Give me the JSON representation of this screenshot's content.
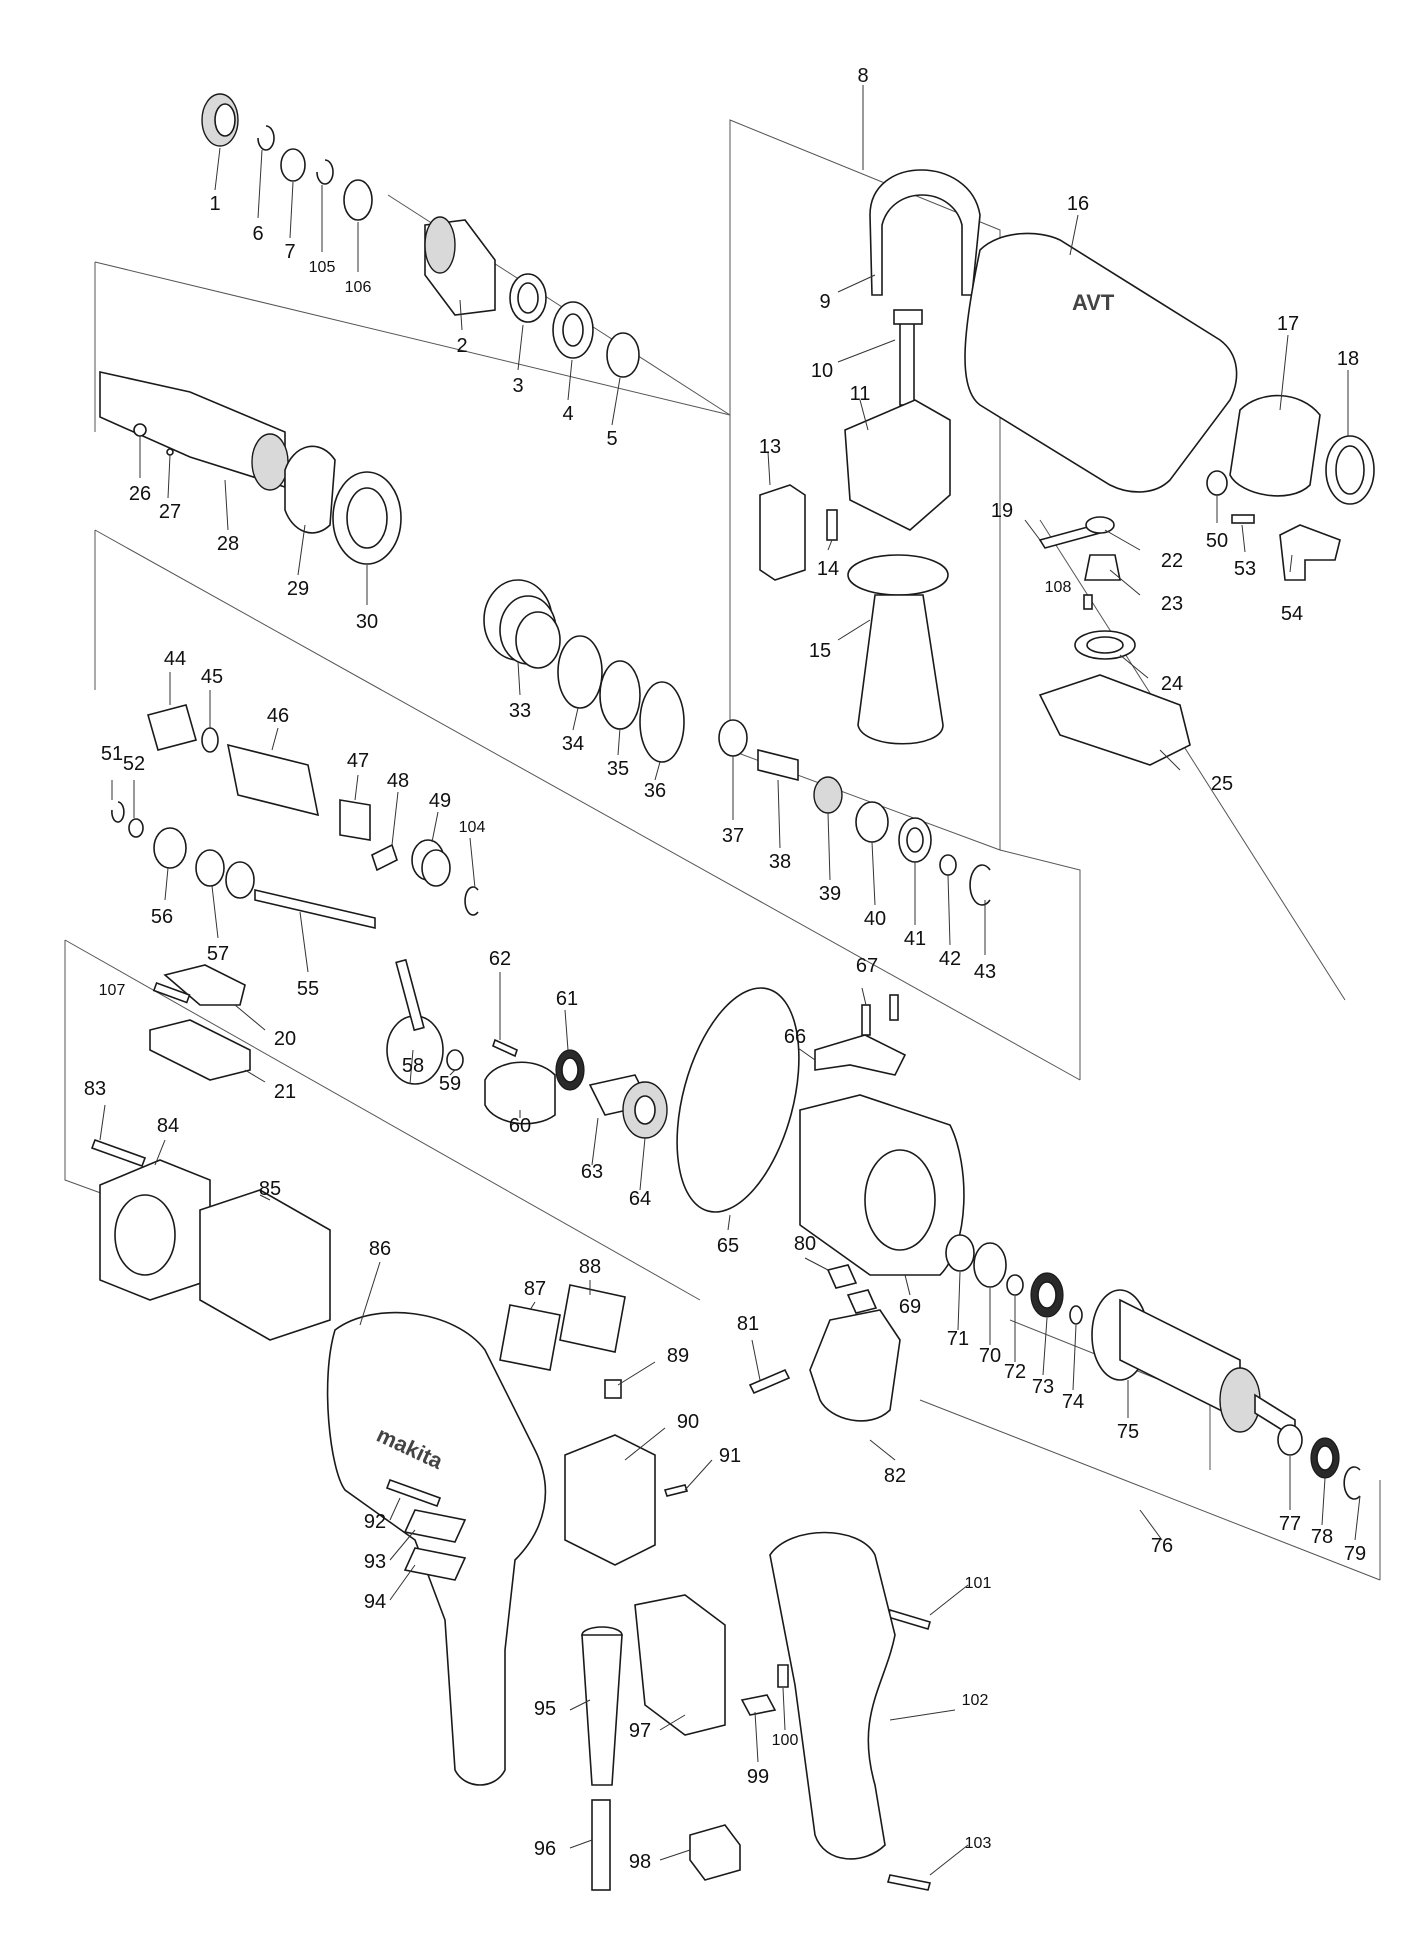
{
  "labels": {
    "p1": "1",
    "p2": "2",
    "p3": "3",
    "p4": "4",
    "p5": "5",
    "p6": "6",
    "p7": "7",
    "p8": "8",
    "p9": "9",
    "p10": "10",
    "p11": "11",
    "p13": "13",
    "p14": "14",
    "p15": "15",
    "p16": "16",
    "p17": "17",
    "p18": "18",
    "p19": "19",
    "p20": "20",
    "p21": "21",
    "p22": "22",
    "p23": "23",
    "p24": "24",
    "p25": "25",
    "p26": "26",
    "p27": "27",
    "p28": "28",
    "p29": "29",
    "p30": "30",
    "p33": "33",
    "p34": "34",
    "p35": "35",
    "p36": "36",
    "p37": "37",
    "p38": "38",
    "p39": "39",
    "p40": "40",
    "p41": "41",
    "p42": "42",
    "p43": "43",
    "p44": "44",
    "p45": "45",
    "p46": "46",
    "p47": "47",
    "p48": "48",
    "p49": "49",
    "p50": "50",
    "p51": "51",
    "p52": "52",
    "p53": "53",
    "p54": "54",
    "p55": "55",
    "p56": "56",
    "p57": "57",
    "p58": "58",
    "p59": "59",
    "p60": "60",
    "p61": "61",
    "p62": "62",
    "p63": "63",
    "p64": "64",
    "p65": "65",
    "p66": "66",
    "p67": "67",
    "p69": "69",
    "p70": "70",
    "p71": "71",
    "p72": "72",
    "p73": "73",
    "p74": "74",
    "p75": "75",
    "p76": "76",
    "p77": "77",
    "p78": "78",
    "p79": "79",
    "p80": "80",
    "p81": "81",
    "p82": "82",
    "p83": "83",
    "p84": "84",
    "p85": "85",
    "p86": "86",
    "p87": "87",
    "p88": "88",
    "p89": "89",
    "p90": "90",
    "p91": "91",
    "p92": "92",
    "p93": "93",
    "p94": "94",
    "p95": "95",
    "p96": "96",
    "p97": "97",
    "p98": "98",
    "p99": "99",
    "p100": "100",
    "p101": "101",
    "p102": "102",
    "p103": "103",
    "p104": "104",
    "p105": "105",
    "p106": "106",
    "p107": "107",
    "p108": "108"
  },
  "brand": {
    "avt_mark": "AVT",
    "handle_logo": "makita"
  }
}
